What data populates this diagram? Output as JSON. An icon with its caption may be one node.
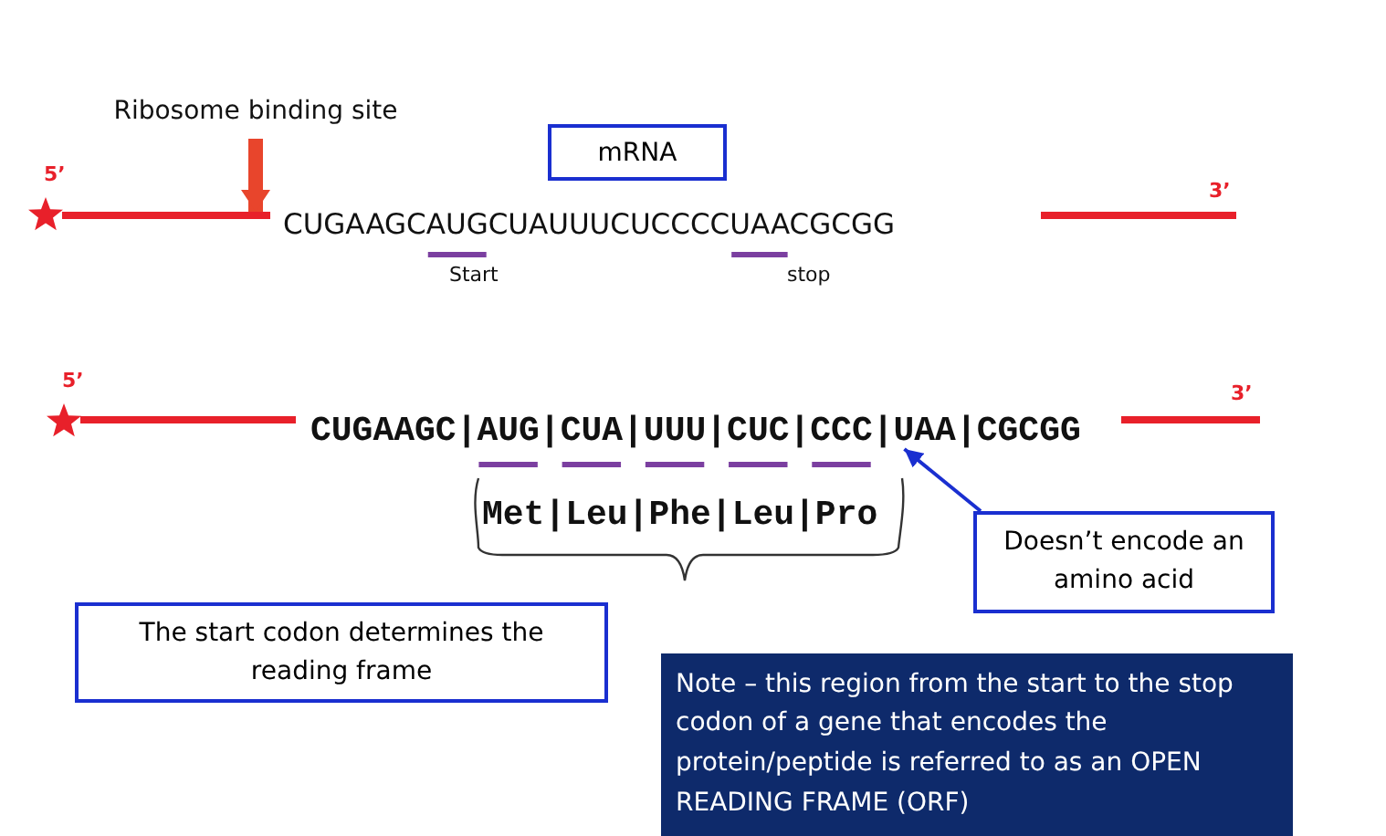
{
  "diagram": {
    "nodes": [
      {
        "text": [
          "Ribosome binding site"
        ]
      },
      {
        "text": [
          "mRNA"
        ]
      },
      {
        "text": [],
        "shape": "bar"
      },
      {
        "text": [
          "CUGAAGC|AUG|CUA|UUU|CUC|CCC|UAA|CGCGG"
        ]
      },
      {
        "text": [
          "Doesn’t encode an amino acid"
        ]
      },
      {
        "text": [
          "The start codon determines the reading frame"
        ]
      },
      {
        "text": [
          "Note – this region from the start to the stop codon of a gene that encodes the protein/peptide is referred to as an OPEN READING FRAME (ORF)"
        ]
      }
    ],
    "edges": [
      {
        "from": 0,
        "to": 2,
        "arrow": "to",
        "style": "thick",
        "color": "#e8452c"
      },
      {
        "from": 4,
        "to": 3,
        "arrow": "to",
        "color": "#1a2fd0"
      }
    ],
    "labels": [
      "5’",
      "3’",
      "CUGAAGCAUGCUAUUUCUCCCCUAACGCGG",
      "Start",
      "stop",
      "5’",
      "3’",
      "Met|Leu|Phe|Leu|Pro"
    ]
  }
}
